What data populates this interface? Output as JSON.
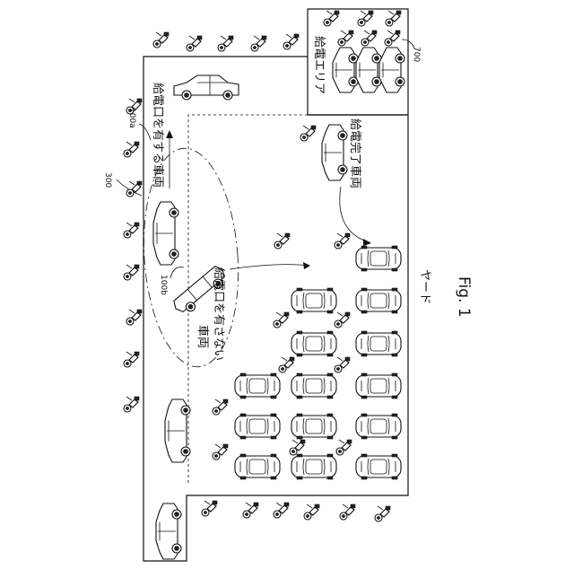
{
  "figure": {
    "caption": "Fig. 1",
    "area_label": "ヤード",
    "labels": {
      "charging_area": "給電エリア",
      "vehicle_with_port": "給電口を有する車両",
      "vehicle_without_port_line1": "給電口を有さない",
      "vehicle_without_port_line2": "車両",
      "charging_done": "給電完了車両"
    },
    "ref_numerals": {
      "yard": "300",
      "area": "700",
      "vehicle_a": "100a",
      "vehicle_b": "100b"
    }
  }
}
